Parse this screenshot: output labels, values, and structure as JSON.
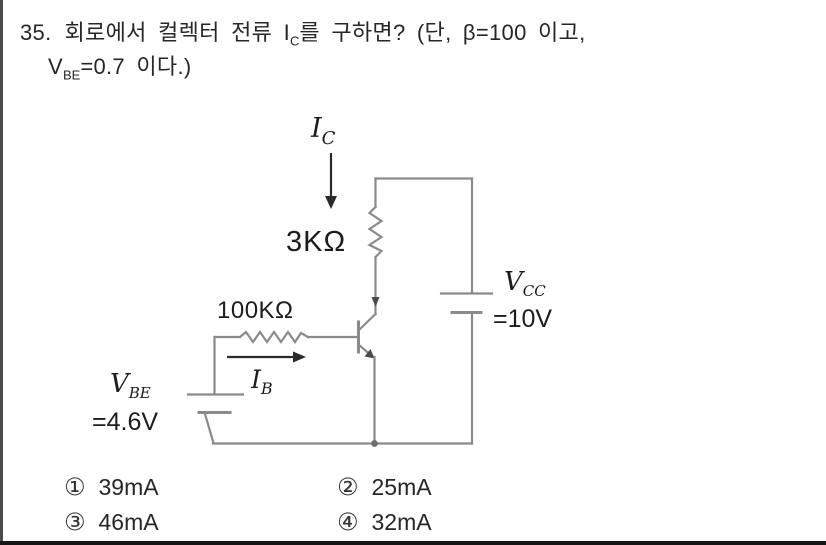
{
  "question": {
    "number": "35.",
    "line1": {
      "pre": "회로에서 컬렉터 전류 I",
      "sub": "C",
      "post": "를 구하면? (단, β=100 이고,"
    },
    "line2": {
      "pre": "V",
      "sub": "BE",
      "post": "=0.7 이다.)"
    }
  },
  "circuit": {
    "collector_current": {
      "symbol": "I",
      "sub": "C"
    },
    "collector_resistor_value": "3KΩ",
    "base_resistor_value": "100KΩ",
    "base_current": {
      "symbol": "I",
      "sub": "B"
    },
    "vbe_source": {
      "symbol": "V",
      "sub": "BE",
      "value": "=4.6V"
    },
    "vcc_source": {
      "symbol": "V",
      "sub": "CC",
      "value": "=10V"
    },
    "colors": {
      "wire": "#8a8a8a",
      "label": "#1c1c1c",
      "arrow": "#2b2b2b"
    }
  },
  "options": [
    {
      "marker": "①",
      "label": "39mA"
    },
    {
      "marker": "②",
      "label": "25mA"
    },
    {
      "marker": "③",
      "label": "46mA"
    },
    {
      "marker": "④",
      "label": "32mA"
    }
  ]
}
